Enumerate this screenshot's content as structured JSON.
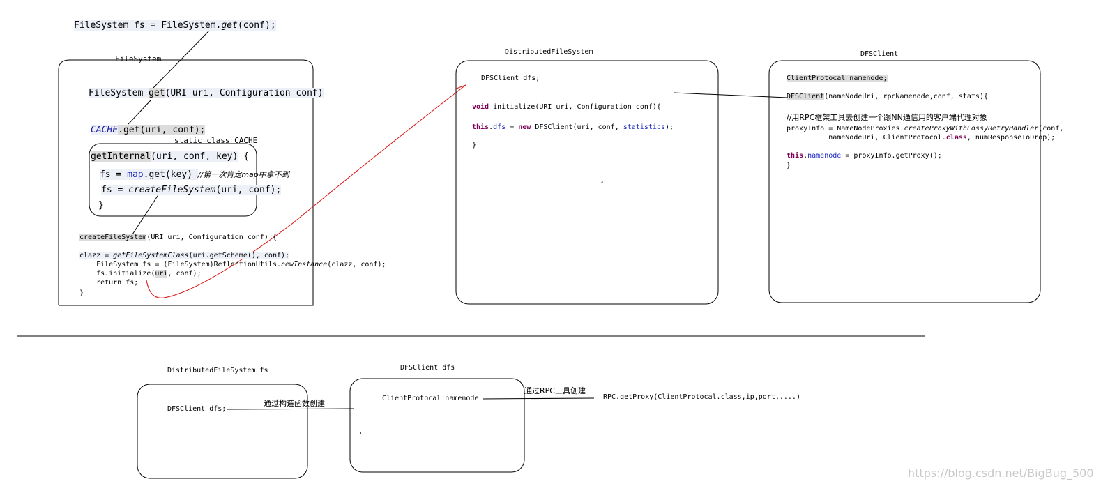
{
  "top_line": {
    "a": "FileSystem fs = FileSystem.",
    "b": "get",
    "c": "(conf);"
  },
  "filesystem": {
    "title": "FileSystem",
    "get_line": {
      "a": "FileSystem ",
      "b": "get",
      "c": "(URI uri, Configuration conf)"
    },
    "cache_line": {
      "a": "CACHE",
      "b": ".get(uri, conf);"
    },
    "static_class": "static class CACHE",
    "internal": {
      "l1": {
        "a": "getInternal",
        "b": "(uri, conf, key)",
        "c": "{"
      },
      "l2": {
        "a": "fs = ",
        "b": "map",
        "c": ".get(key) ",
        "d": "//第一次肯定map中拿不到"
      },
      "l3": {
        "a": "fs = ",
        "b": "createFileSystem",
        "c": "(uri, conf);"
      },
      "l4": "}"
    },
    "create": {
      "l1": {
        "a": "createFileSystem",
        "b": "(URI uri, Configuration conf) {"
      },
      "l2": {
        "a": "clazz = ",
        "b": "getFileSystemClass",
        "c": "(uri.getScheme(), conf);"
      },
      "l3": {
        "a": "    FileSystem fs = (FileSystem)ReflectionUtils.",
        "b": "newInstance",
        "c": "(clazz, conf);"
      },
      "l4": {
        "a": "    fs.initialize(",
        "b": "uri",
        "c": ", conf);"
      },
      "l5": "    return fs;",
      "l6": "}"
    }
  },
  "dfs": {
    "title": "DistributedFileSystem",
    "l1": "DFSClient dfs;",
    "l2": {
      "a": "void",
      "b": " initialize(URI uri, Configuration conf){"
    },
    "l3": {
      "a": "this",
      "b": ".",
      "c": "dfs",
      "d": " = ",
      "e": "new",
      "f": " DFSClient(uri, conf, ",
      "g": "statistics",
      "h": ");"
    },
    "l4": "}",
    "tick": "-"
  },
  "dfsclient": {
    "title": "DFSClient",
    "l1": "ClientProtocal namenode;",
    "l2": {
      "a": "DFSClient",
      "b": "(nameNodeUri, rpcNamenode,conf, stats){"
    },
    "l3": "//用RPC框架工具去创建一个跟NN通信用的客户端代理对象",
    "l4": {
      "a": "proxyInfo = NameNodeProxies.",
      "b": "createProxyWithLossyRetryHandler",
      "c": "(conf,"
    },
    "l5": {
      "a": "          nameNodeUri, ClientProtocol.",
      "b": "class",
      "c": ", numResponseToDrop);"
    },
    "l6": {
      "a": "this",
      "b": ".",
      "c": "namenode",
      "d": " = proxyInfo.getProxy();"
    },
    "l7": "}"
  },
  "bottom": {
    "dfs_title": "DistributedFileSystem fs",
    "dfs_text": "DFSClient dfs;",
    "arrow1_label": "通过构造函数创建",
    "client_title": "DFSClient dfs",
    "client_text": "ClientProtocal namenode",
    "arrow2_label": "通过RPC工具创建",
    "rpc_text": "RPC.getProxy(ClientProtocal.class,ip,port,....)",
    "dot": "."
  },
  "watermark": "https://blog.csdn.net/BigBug_500"
}
